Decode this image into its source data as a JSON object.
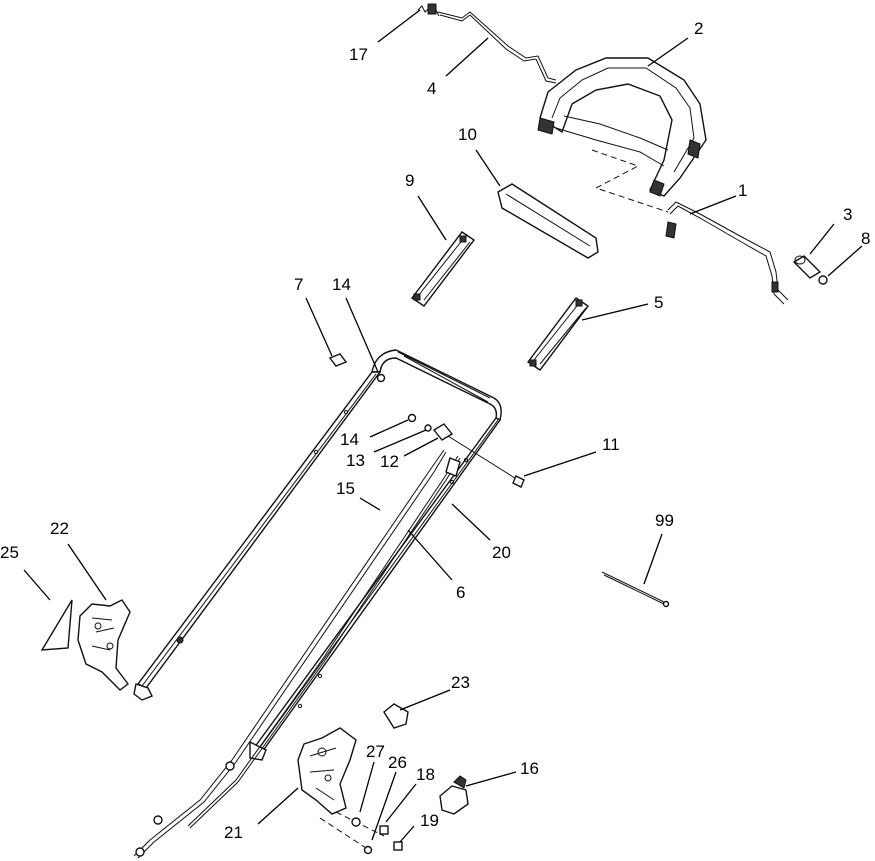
{
  "diagram": {
    "callouts": [
      {
        "id": "1",
        "label": "1"
      },
      {
        "id": "2",
        "label": "2"
      },
      {
        "id": "3",
        "label": "3"
      },
      {
        "id": "4",
        "label": "4"
      },
      {
        "id": "5",
        "label": "5"
      },
      {
        "id": "6",
        "label": "6"
      },
      {
        "id": "7",
        "label": "7"
      },
      {
        "id": "8",
        "label": "8"
      },
      {
        "id": "9",
        "label": "9"
      },
      {
        "id": "10",
        "label": "10"
      },
      {
        "id": "11",
        "label": "11"
      },
      {
        "id": "12",
        "label": "12"
      },
      {
        "id": "13",
        "label": "13"
      },
      {
        "id": "14a",
        "label": "14"
      },
      {
        "id": "14b",
        "label": "14"
      },
      {
        "id": "15",
        "label": "15"
      },
      {
        "id": "16",
        "label": "16"
      },
      {
        "id": "17",
        "label": "17"
      },
      {
        "id": "18",
        "label": "18"
      },
      {
        "id": "19",
        "label": "19"
      },
      {
        "id": "20",
        "label": "20"
      },
      {
        "id": "21",
        "label": "21"
      },
      {
        "id": "22",
        "label": "22"
      },
      {
        "id": "23",
        "label": "23"
      },
      {
        "id": "25",
        "label": "25"
      },
      {
        "id": "26",
        "label": "26"
      },
      {
        "id": "27",
        "label": "27"
      },
      {
        "id": "99",
        "label": "99"
      }
    ]
  }
}
